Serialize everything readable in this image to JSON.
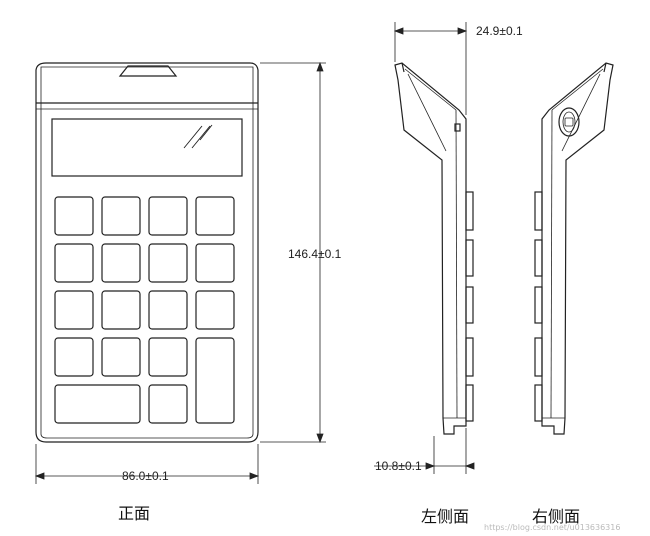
{
  "dimensions": {
    "depth_top": "24.9±0.1",
    "height": "146.4±0.1",
    "width": "86.0±0.1",
    "depth_bottom": "10.8±0.1"
  },
  "views": {
    "front": "正面",
    "left": "左侧面",
    "right": "右侧面"
  },
  "watermark": "https://blog.csdn.net/u013636316",
  "colors": {
    "line": "#222222",
    "watermark": "#bbbbbb"
  }
}
